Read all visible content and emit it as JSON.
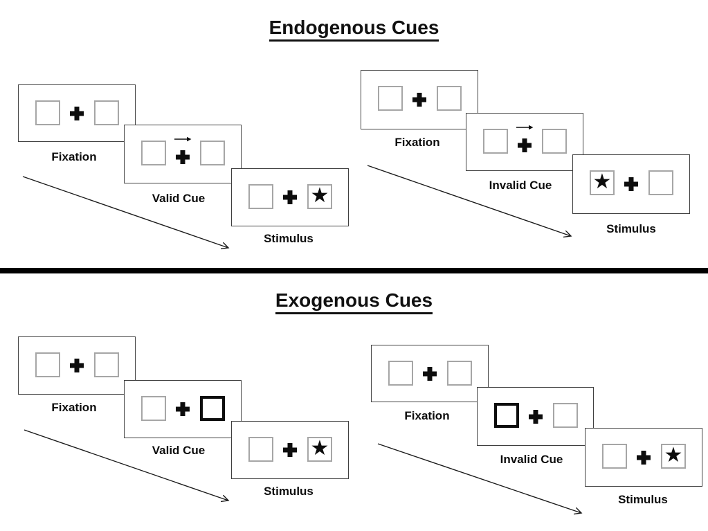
{
  "diagram": {
    "kind": "posner-attention-cueing-paradigm",
    "divider_color": "#000000",
    "ink_color": "#0d0d0d",
    "box_border_color": "#a6a6a6",
    "card_border_color": "#3f3f3f"
  },
  "icons": {
    "fixation_cross": "✚",
    "target_star": "★",
    "cue_arrow": "→",
    "timeline_arrow": "↘"
  },
  "sections": [
    {
      "title": "Endogenous Cues",
      "panels": [
        {
          "name": "valid-trial",
          "cue_description": "central arrow pointing right",
          "target_side": "right",
          "steps": [
            {
              "label": "Fixation"
            },
            {
              "label": "Valid Cue"
            },
            {
              "label": "Stimulus"
            }
          ]
        },
        {
          "name": "invalid-trial",
          "cue_description": "central arrow pointing right",
          "target_side": "left",
          "steps": [
            {
              "label": "Fixation"
            },
            {
              "label": "Invalid Cue"
            },
            {
              "label": "Stimulus"
            }
          ]
        }
      ]
    },
    {
      "title": "Exogenous Cues",
      "panels": [
        {
          "name": "valid-trial",
          "cue_description": "right box highlighted",
          "target_side": "right",
          "steps": [
            {
              "label": "Fixation"
            },
            {
              "label": "Valid Cue"
            },
            {
              "label": "Stimulus"
            }
          ]
        },
        {
          "name": "invalid-trial",
          "cue_description": "left box highlighted",
          "target_side": "right",
          "steps": [
            {
              "label": "Fixation"
            },
            {
              "label": "Invalid Cue"
            },
            {
              "label": "Stimulus"
            }
          ]
        }
      ]
    }
  ]
}
